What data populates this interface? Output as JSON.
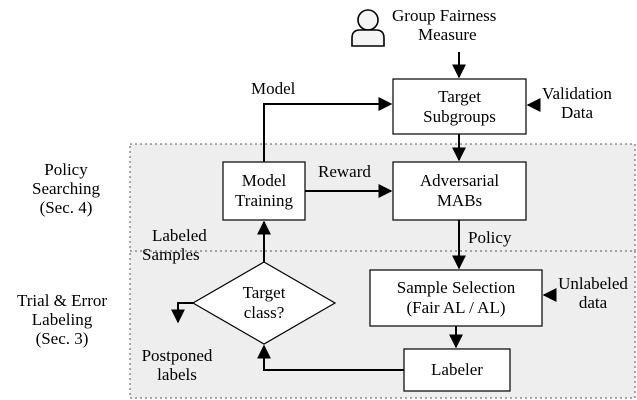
{
  "measure": {
    "line1": "Group Fairness",
    "line2": "Measure"
  },
  "target_subgroups": {
    "line1": "Target",
    "line2": "Subgroups"
  },
  "validation": {
    "line1": "Validation",
    "line2": "Data"
  },
  "model_label": "Model",
  "sections": {
    "policy": {
      "line1": "Policy",
      "line2": "Searching",
      "line3": "(Sec. 4)"
    },
    "trial": {
      "line1": "Trial & Error",
      "line2": "Labeling",
      "line3": "(Sec. 3)"
    }
  },
  "model_training": {
    "line1": "Model",
    "line2": "Training"
  },
  "reward_label": "Reward",
  "mabs": {
    "line1": "Adversarial",
    "line2": "MABs"
  },
  "policy_label": "Policy",
  "labeled_samples": {
    "line1": "Labeled",
    "line2": "Samples"
  },
  "target_class": {
    "line1": "Target",
    "line2": "class?"
  },
  "sample_selection": {
    "line1": "Sample Selection",
    "line2": "(Fair AL / AL)"
  },
  "unlabeled": {
    "line1": "Unlabeled",
    "line2": "data"
  },
  "postponed": {
    "line1": "Postponed",
    "line2": "labels"
  },
  "labeler": "Labeler"
}
